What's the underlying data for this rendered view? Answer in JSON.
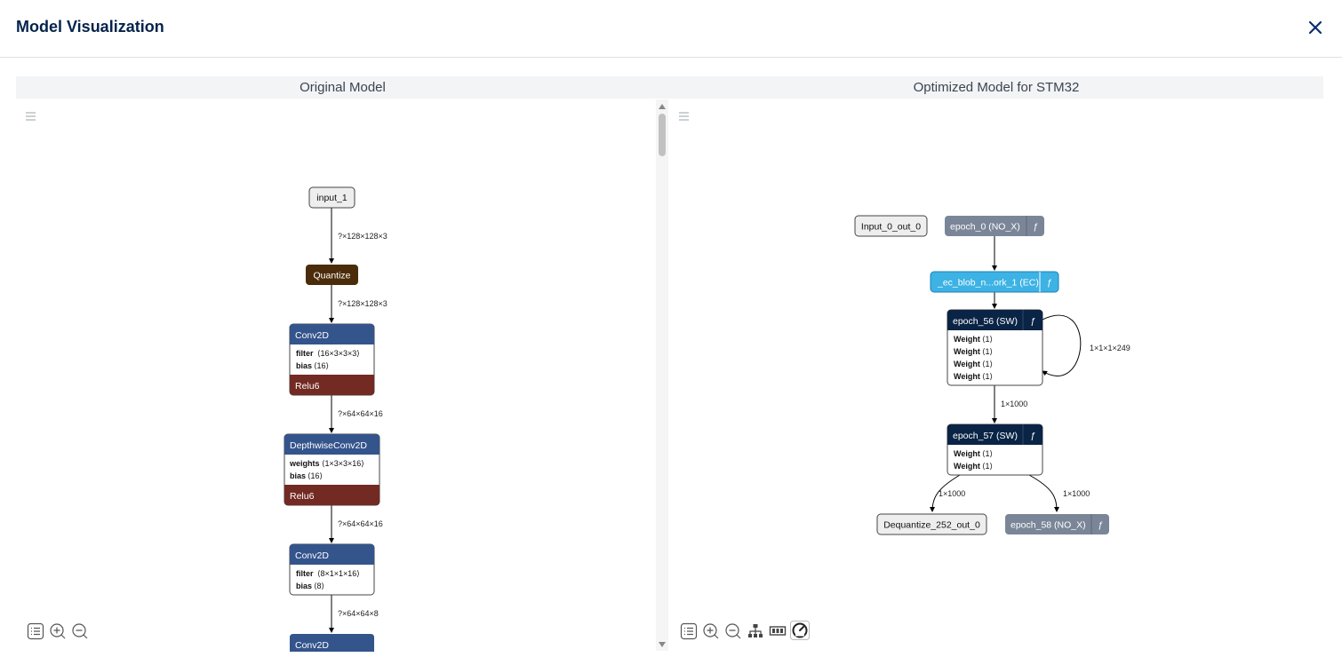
{
  "modal": {
    "title": "Model Visualization"
  },
  "panes": {
    "left": {
      "title": "Original Model"
    },
    "right": {
      "title": "Optimized Model for STM32"
    }
  },
  "colors": {
    "conv_header": "#34548c",
    "activation": "#722a23",
    "quantize": "#4b2c0a",
    "sw_header": "#0a2446",
    "ec_node": "#3db2e4",
    "no_x_node": "#7a8698",
    "light_node": "#eeeeee"
  },
  "left_graph": {
    "input_node": "input_1",
    "quantize_node": "Quantize",
    "conv1": {
      "title": "Conv2D",
      "attr1_key": "filter",
      "attr1_val": "⟨16×3×3×3⟩",
      "attr2_key": "bias",
      "attr2_val": "⟨16⟩",
      "activation": "Relu6"
    },
    "dwconv": {
      "title": "DepthwiseConv2D",
      "attr1_key": "weights",
      "attr1_val": "⟨1×3×3×16⟩",
      "attr2_key": "bias",
      "attr2_val": "⟨16⟩",
      "activation": "Relu6"
    },
    "conv2": {
      "title": "Conv2D",
      "attr1_key": "filter",
      "attr1_val": "⟨8×1×1×16⟩",
      "attr2_key": "bias",
      "attr2_val": "⟨8⟩"
    },
    "conv3": {
      "title": "Conv2D"
    },
    "edges": [
      "?×128×128×3",
      "?×128×128×3",
      "?×64×64×16",
      "?×64×64×16",
      "?×64×64×8"
    ]
  },
  "right_graph": {
    "input_node": "Input_0_out_0",
    "epoch0": {
      "title": "epoch_0 (NO_X)",
      "func": "ƒ"
    },
    "ec_node": {
      "title": "_ec_blob_n...ork_1 (EC)",
      "func": "ƒ"
    },
    "epoch56": {
      "title": "epoch_56 (SW)",
      "func": "ƒ",
      "weights": [
        {
          "key": "Weight",
          "val": "⟨1⟩"
        },
        {
          "key": "Weight",
          "val": "⟨1⟩"
        },
        {
          "key": "Weight",
          "val": "⟨1⟩"
        },
        {
          "key": "Weight",
          "val": "⟨1⟩"
        }
      ]
    },
    "epoch57": {
      "title": "epoch_57 (SW)",
      "func": "ƒ",
      "weights": [
        {
          "key": "Weight",
          "val": "⟨1⟩"
        },
        {
          "key": "Weight",
          "val": "⟨1⟩"
        }
      ]
    },
    "dequant_node": "Dequantize_252_out_0",
    "epoch58": {
      "title": "epoch_58 (NO_X)",
      "func": "ƒ"
    },
    "edges": {
      "loop": "1×1×1×249",
      "e56_57": "1×1000",
      "e57_deq": "1×1000",
      "e57_58": "1×1000"
    }
  },
  "toolbar": {
    "left": [
      "list-icon",
      "zoom-in-icon",
      "zoom-out-icon"
    ],
    "right": [
      "list-icon",
      "zoom-in-icon",
      "zoom-out-icon",
      "layout-tree-icon",
      "memory-icon",
      "performance-icon"
    ]
  }
}
